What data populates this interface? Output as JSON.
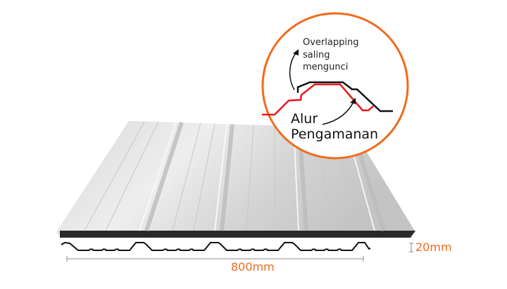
{
  "callout": {
    "line1": "Overlapping",
    "line2": "saling",
    "line3": "mengunci"
  },
  "groove": {
    "line1": "Alur",
    "line2": "Pengamanan"
  },
  "dimensions": {
    "width": "800mm",
    "height": "20mm"
  },
  "colors": {
    "accent": "#f26b1d",
    "red_profile": "#e8191c",
    "black_profile": "#111111"
  }
}
